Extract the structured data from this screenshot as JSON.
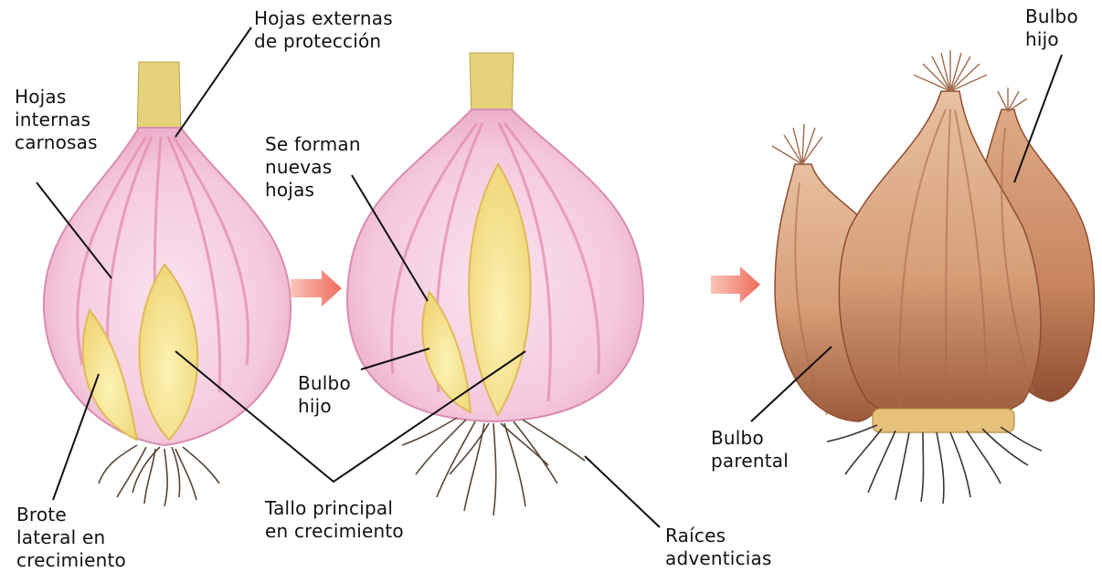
{
  "labels": {
    "hojas_externas": "Hojas externas\nde protección",
    "hojas_internas": "Hojas\ninternas\ncarnosas",
    "brote_lateral": "Brote\nlateral en\ncrecimiento",
    "se_forman": "Se forman\nnuevas\nhojas",
    "bulbo_hijo_centro": "Bulbo\nhijo",
    "tallo_principal": "Tallo principal\nen crecimiento",
    "raices": "Raíces\nadventicias",
    "bulbo_hijo_derecha": "Bulbo\nhijo",
    "bulbo_parental": "Bulbo\nparental"
  },
  "colors": {
    "onion_skin_pink": "#f3c4d9",
    "onion_stripe_pink": "#e98fb6",
    "onion_core_yellow": "#f5e79a",
    "bulb_tan": "#d9a27d",
    "bulb_brown": "#b8734e",
    "root_color": "#5a4535",
    "arrow_red": "#f07a6a"
  }
}
